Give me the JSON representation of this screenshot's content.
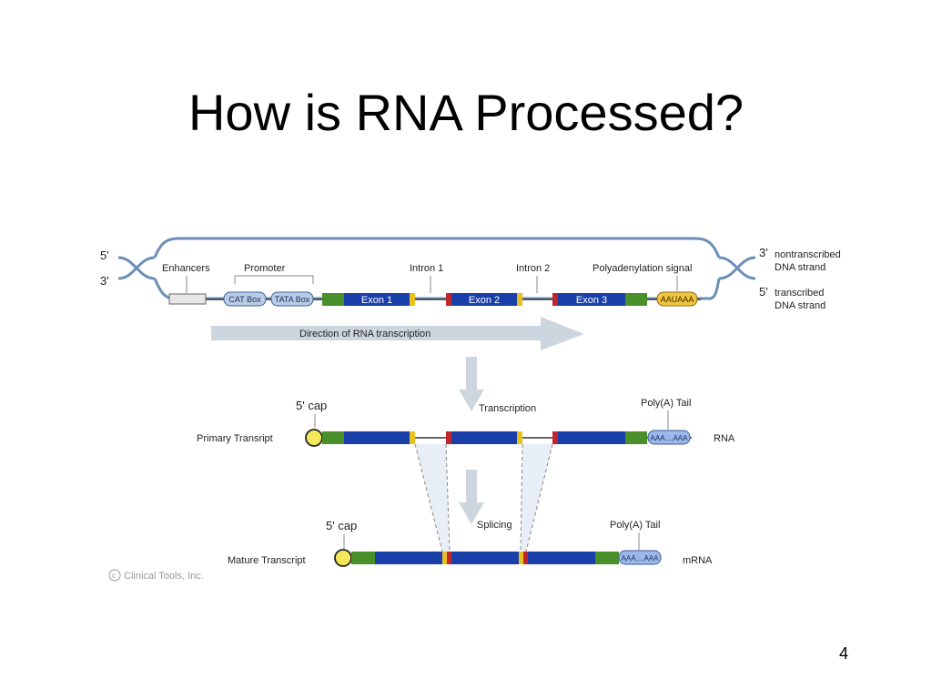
{
  "slide": {
    "title": "How is RNA Processed?",
    "page_number": "4"
  },
  "dna": {
    "five_prime_left": "5'",
    "three_prime_left": "3'",
    "three_prime_right": "3'",
    "five_prime_right": "5'",
    "nontranscribed_label_1": "nontranscribed",
    "nontranscribed_label_2": "DNA strand",
    "transcribed_label_1": "transcribed",
    "transcribed_label_2": "DNA strand",
    "enhancers": "Enhancers",
    "promoter": "Promoter",
    "cat_box": "CAT Box",
    "tata_box": "TATA Box",
    "intron_1": "Intron 1",
    "intron_2": "Intron 2",
    "polyadenylation_signal": "Polyadenylation signal",
    "aauaaa": "AAUAAA",
    "exon_1": "Exon 1",
    "exon_2": "Exon 2",
    "exon_3": "Exon 3",
    "direction": "Direction of RNA transcription"
  },
  "primary": {
    "cap_label": "5' cap",
    "transcription": "Transcription",
    "poly_a_tail": "Poly(A) Tail",
    "label": "Primary Transript",
    "rna": "RNA",
    "tail_text": "AAA....AAA"
  },
  "mature": {
    "cap_label": "5' cap",
    "splicing": "Splicing",
    "poly_a_tail": "Poly(A) Tail",
    "label": "Mature Transcript",
    "mrna": "mRNA",
    "tail_text": "AAA....AAA"
  },
  "copyright": "Clinical Tools, Inc.",
  "colors": {
    "exon_blue": "#1a3fa8",
    "utr_green": "#4a8f2a",
    "boundary_red": "#c0272d",
    "boundary_yellow": "#e8c020",
    "cap_yellow": "#f2e85a",
    "tail_blue": "#9ab8ea",
    "helix_blue": "#6b8fb8",
    "arrow_grey": "#cdd6df"
  }
}
